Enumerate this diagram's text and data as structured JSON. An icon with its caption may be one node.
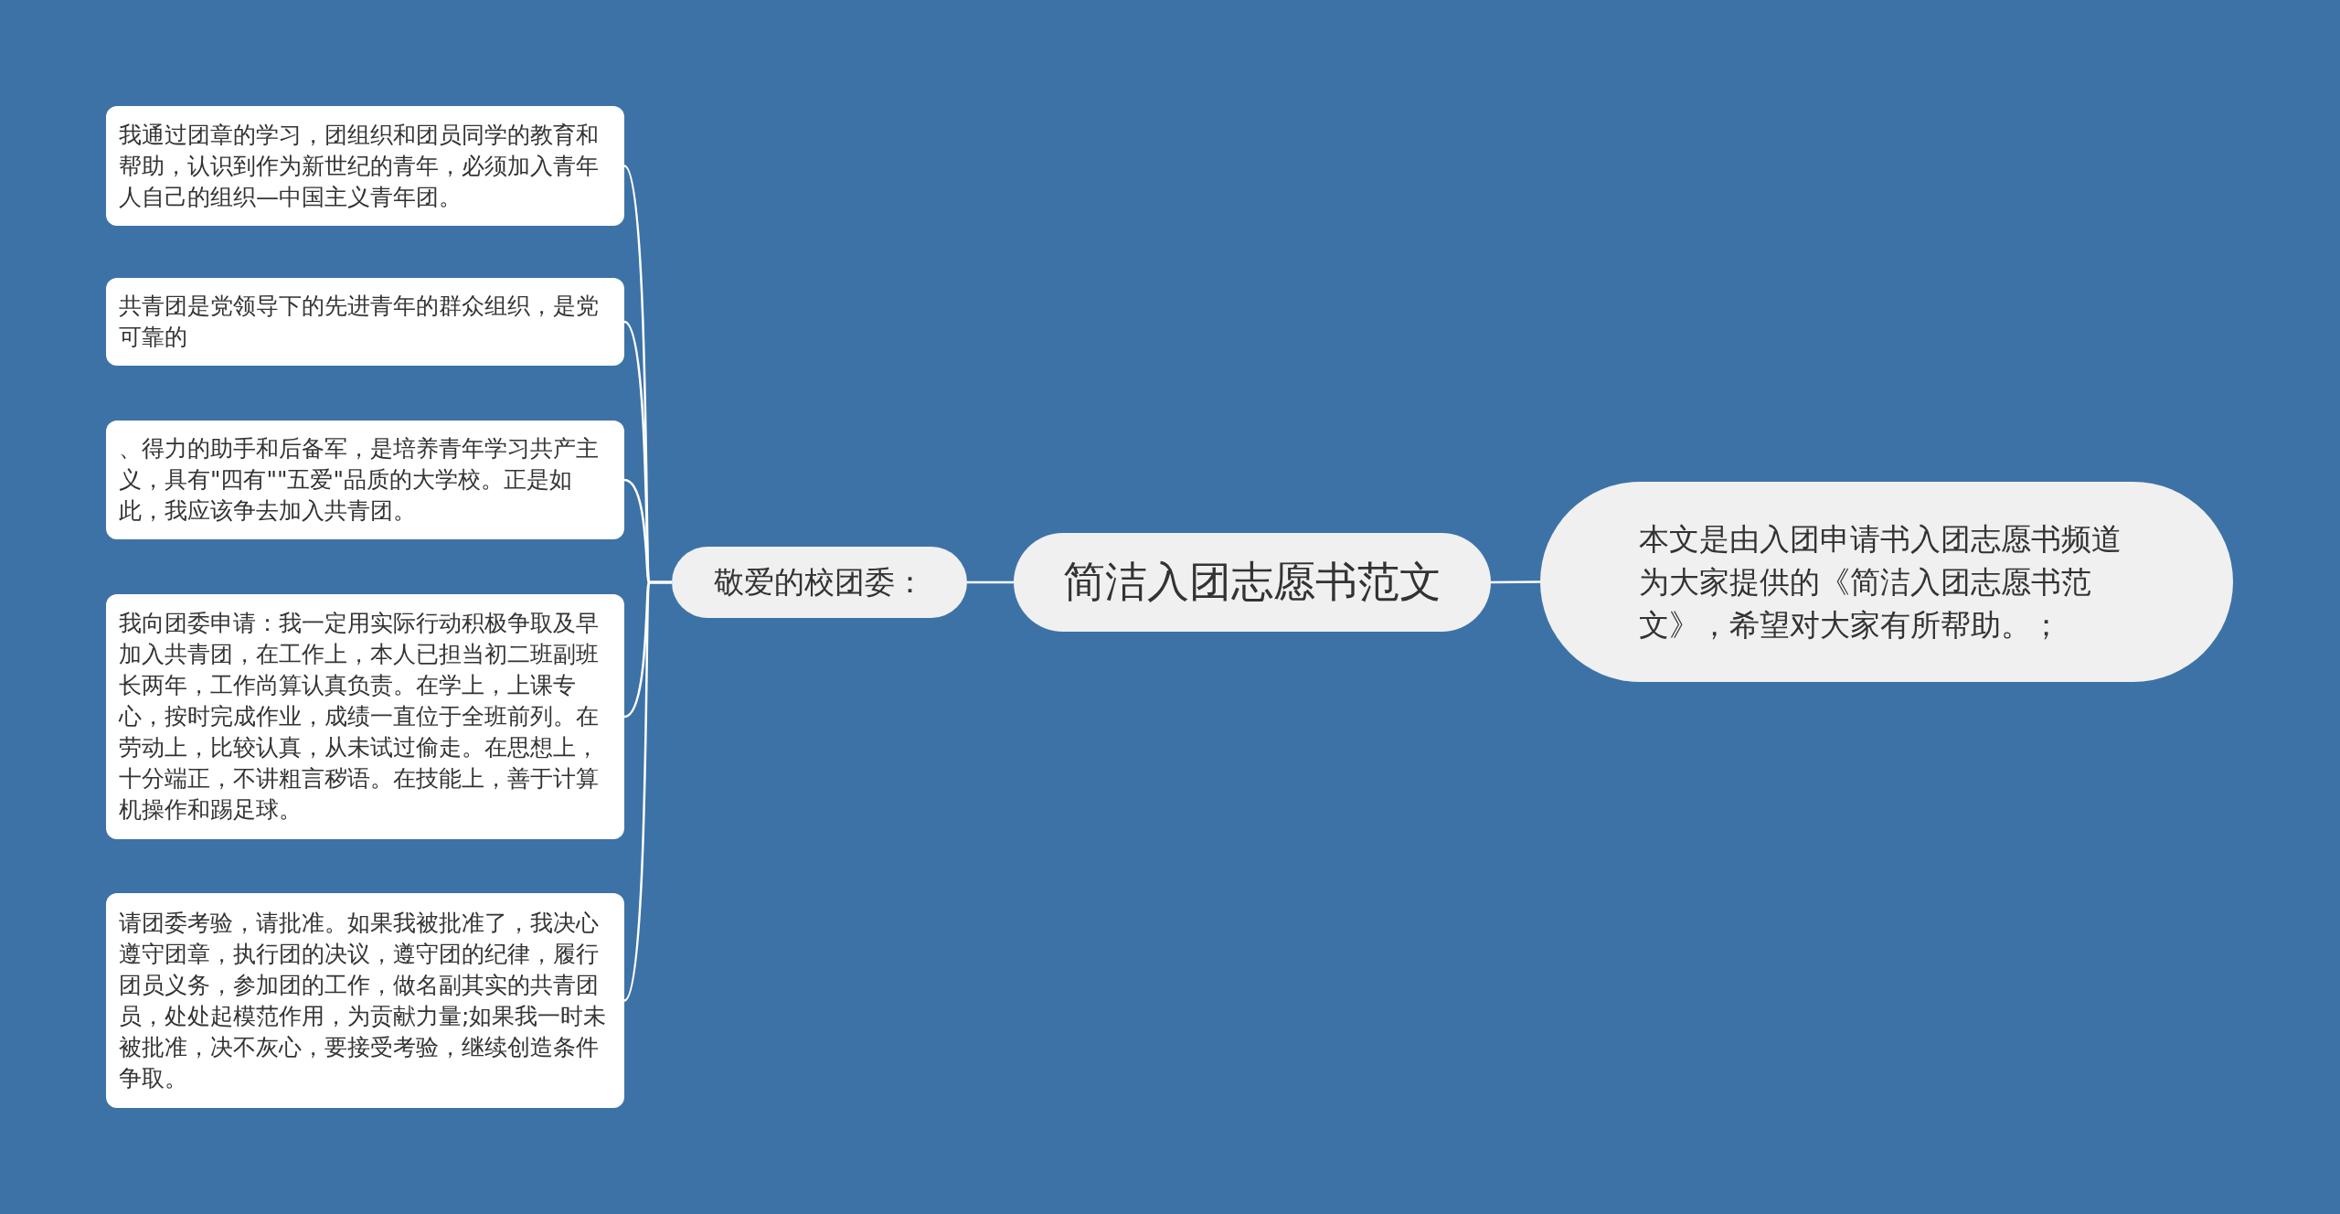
{
  "diagram": {
    "nodes": [
      {
        "text": [
          "简洁入团志愿书范文"
        ]
      },
      {
        "text": [
          "敬爱的校团委："
        ]
      },
      {
        "text": [
          "我通过团章的学习，团组织和团员同学的教育和帮助，认识到作为新世纪的青年，必须加入青年人自己的组织—中国主义青年团。"
        ]
      },
      {
        "text": [
          "共青团是党领导下的先进青年的群众组织，是党可靠的"
        ]
      },
      {
        "text": [
          "、得力的助手和后备军，是培养青年学习共产主义，具有\"四有\"\"五爱\"品质的大学校。正是如此，我应该争去加入共青团。"
        ]
      },
      {
        "text": [
          "我向团委申请：我一定用实际行动积极争取及早加入共青团，在工作上，本人已担当初二班副班长两年，工作尚算认真负责。在学上，上课专心，按时完成作业，成绩一直位于全班前列。在劳动上，比较认真，从未试过偷走。在思想上，十分端正，不讲粗言秽语。在技能上，善于计算机操作和踢足球。"
        ]
      },
      {
        "text": [
          "请团委考验，请批准。如果我被批准了，我决心遵守团章，执行团的决议，遵守团的纪律，履行团员义务，参加团的工作，做名副其实的共青团员，处处起模范作用，为贡献力量;如果我一时未被批准，决不灰心，要接受考验，继续创造条件争取。"
        ]
      },
      {
        "text": [
          "本文是由入团申请书入团志愿书频道为大家提供的《简洁入团志愿书范文》，希望对大家有所帮助。；"
        ]
      }
    ],
    "edges": [
      {
        "from": 0,
        "to": 1,
        "arrow": "none"
      },
      {
        "from": 1,
        "to": 2,
        "arrow": "none"
      },
      {
        "from": 1,
        "to": 3,
        "arrow": "none"
      },
      {
        "from": 1,
        "to": 4,
        "arrow": "none"
      },
      {
        "from": 1,
        "to": 5,
        "arrow": "none"
      },
      {
        "from": 1,
        "to": 6,
        "arrow": "none"
      },
      {
        "from": 0,
        "to": 7,
        "arrow": "none"
      }
    ]
  }
}
